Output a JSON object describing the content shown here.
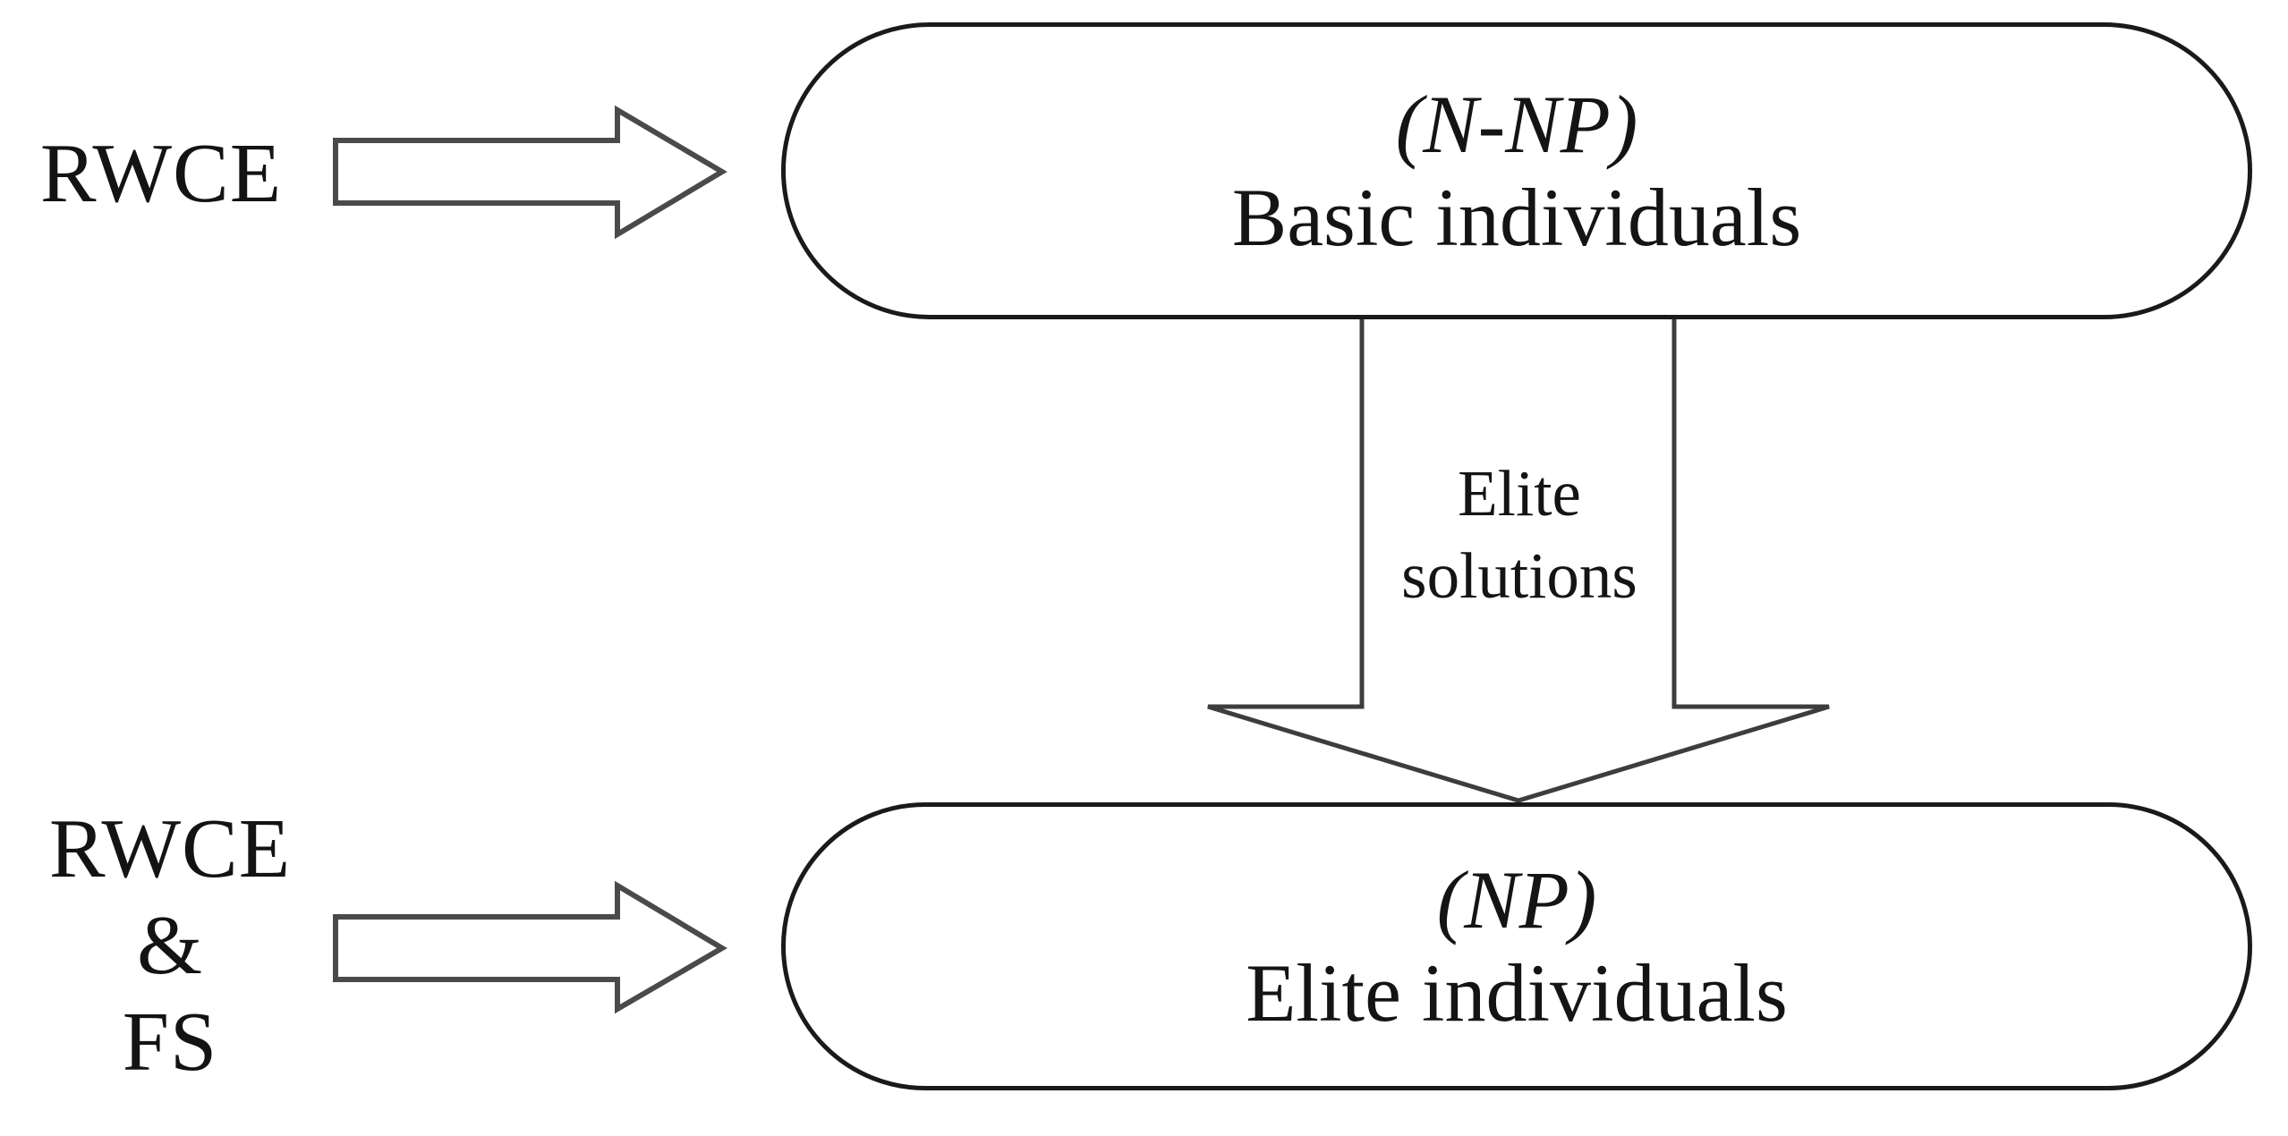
{
  "figure": {
    "description": "Two-population flow diagram: RWCE generates basic individuals; elite solutions flow down to elite individuals maintained by RWCE and FS",
    "top_flow": {
      "input_label": "RWCE",
      "node_param": "(N-NP)",
      "node_label": "Basic individuals"
    },
    "transfer": {
      "label_line1": "Elite",
      "label_line2": "solutions"
    },
    "bottom_flow": {
      "input_label_line1": "RWCE",
      "input_label_line2": "&",
      "input_label_line3": "FS",
      "node_param": "(NP)",
      "node_label": "Elite individuals"
    },
    "colors": {
      "background": "#ffffff",
      "ink": "#141414",
      "node_border": "#1a1a1a",
      "arrow_outline": "#4a4a4a",
      "down_arrow_outline": "#3d3d3d"
    }
  }
}
